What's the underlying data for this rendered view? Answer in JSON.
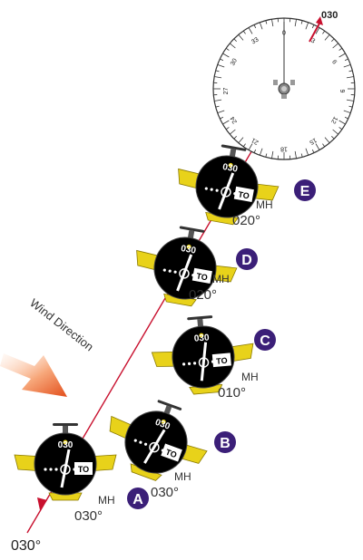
{
  "wind": {
    "label": "Wind Direction"
  },
  "course": {
    "label": "030°"
  },
  "compass": {
    "heading": "030",
    "cardinals": [
      "0",
      "3",
      "6",
      "9",
      "12",
      "15",
      "18",
      "21",
      "24",
      "27",
      "30",
      "33"
    ]
  },
  "aircraft": [
    {
      "id": "A",
      "mh_label": "MH",
      "mh_value": "030°",
      "dial_top": "030",
      "to_flag": "TO"
    },
    {
      "id": "B",
      "mh_label": "MH",
      "mh_value": "030°",
      "dial_top": "030",
      "to_flag": "TO"
    },
    {
      "id": "C",
      "mh_label": "MH",
      "mh_value": "010°",
      "dial_top": "030",
      "to_flag": "TO"
    },
    {
      "id": "D",
      "mh_label": "MH",
      "mh_value": "020°",
      "dial_top": "030",
      "to_flag": "TO"
    },
    {
      "id": "E",
      "mh_label": "MH",
      "mh_value": "020°",
      "dial_top": "030",
      "to_flag": "TO"
    }
  ],
  "colors": {
    "course_line": "#c8102e",
    "badge": "#3b1f78",
    "wing": "#e8d21a",
    "dial": "#000000"
  }
}
